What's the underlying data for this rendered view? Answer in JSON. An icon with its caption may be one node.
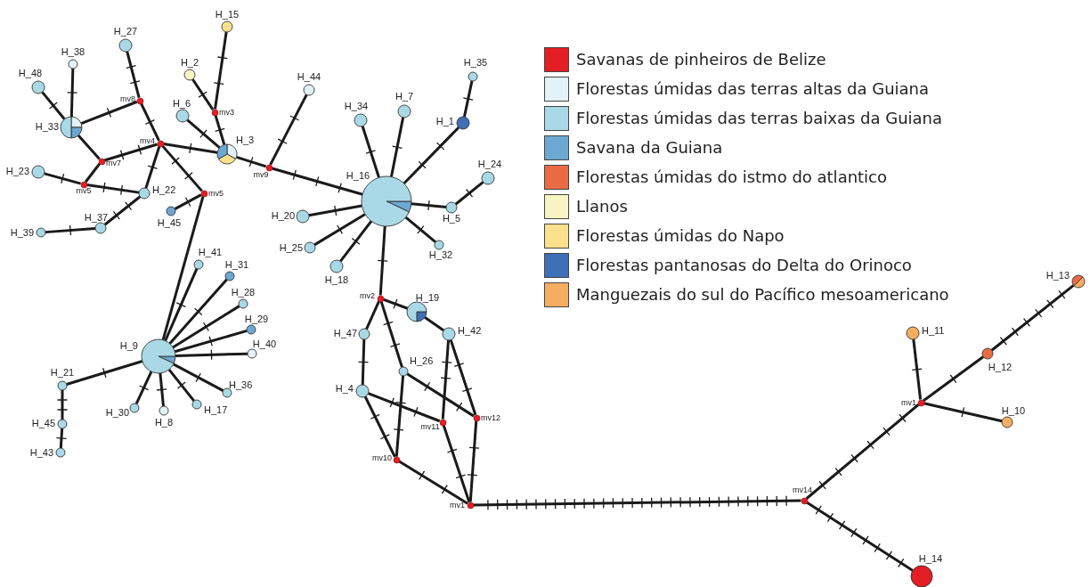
{
  "diagram": {
    "nodes": [
      {
        "text": [
          "H_15"
        ]
      },
      {
        "text": [
          "H_27"
        ]
      },
      {
        "text": [
          "H_38"
        ]
      },
      {
        "text": [
          "H_2"
        ]
      },
      {
        "text": [
          "H_48"
        ]
      },
      {
        "text": [
          "H_44"
        ]
      },
      {
        "text": [
          "mv8"
        ]
      },
      {
        "text": [
          "mv3"
        ]
      },
      {
        "text": [
          "H_6"
        ]
      },
      {
        "text": [
          "H_33"
        ]
      },
      {
        "text": [
          "H_34"
        ]
      },
      {
        "text": [
          "H_7"
        ]
      },
      {
        "text": [
          "H_35"
        ]
      },
      {
        "text": [
          "H_1"
        ]
      },
      {
        "text": [
          "mv4"
        ]
      },
      {
        "text": [
          "H_3"
        ]
      },
      {
        "text": [
          "mv7"
        ]
      },
      {
        "text": [
          "mv9"
        ]
      },
      {
        "text": [
          "H_23"
        ]
      },
      {
        "text": [
          "H_24"
        ]
      },
      {
        "text": [
          "H_16"
        ]
      },
      {
        "text": [
          "mv5"
        ]
      },
      {
        "text": [
          "H_22"
        ]
      },
      {
        "text": [
          "mv5"
        ]
      },
      {
        "text": [
          "H_5"
        ]
      },
      {
        "text": [
          "H_45"
        ]
      },
      {
        "text": [
          "H_20"
        ]
      },
      {
        "text": [
          "H_37"
        ]
      },
      {
        "text": [
          "H_39"
        ]
      },
      {
        "text": [
          "H_25"
        ]
      },
      {
        "text": [
          "H_32"
        ]
      },
      {
        "text": [
          "H_41"
        ]
      },
      {
        "text": [
          "H_18"
        ]
      },
      {
        "text": [
          "H_31"
        ]
      },
      {
        "text": [
          "H_28"
        ]
      },
      {
        "text": [
          "mv2"
        ]
      },
      {
        "text": [
          "H_19"
        ]
      },
      {
        "text": [
          "H_29"
        ]
      },
      {
        "text": [
          "H_47"
        ]
      },
      {
        "text": [
          "H_42"
        ]
      },
      {
        "text": [
          "H_40"
        ]
      },
      {
        "text": [
          "H_9"
        ]
      },
      {
        "text": [
          "H_26"
        ]
      },
      {
        "text": [
          "H_21"
        ]
      },
      {
        "text": [
          "H_36"
        ]
      },
      {
        "text": [
          "H_4"
        ]
      },
      {
        "text": [
          "H_30"
        ]
      },
      {
        "text": [
          "H_8"
        ]
      },
      {
        "text": [
          "H_17"
        ]
      },
      {
        "text": [
          "mv11"
        ]
      },
      {
        "text": [
          "mv12"
        ]
      },
      {
        "text": [
          "H_45"
        ]
      },
      {
        "text": [
          "H_43"
        ]
      },
      {
        "text": [
          "mv10"
        ]
      },
      {
        "text": [
          "mv1"
        ]
      },
      {
        "text": [
          "mv14"
        ]
      },
      {
        "text": [
          "H_13"
        ]
      },
      {
        "text": [
          "H_11"
        ]
      },
      {
        "text": [
          "H_12"
        ]
      },
      {
        "text": [
          "mv1"
        ]
      },
      {
        "text": [
          "H_10"
        ]
      },
      {
        "text": [
          "H_14"
        ]
      }
    ],
    "edges": [
      {
        "from": 0,
        "to": 7,
        "arrow": "none"
      },
      {
        "from": 3,
        "to": 7,
        "arrow": "none"
      },
      {
        "from": 7,
        "to": 15,
        "arrow": "none"
      },
      {
        "from": 1,
        "to": 6,
        "arrow": "none"
      },
      {
        "from": 6,
        "to": 9,
        "arrow": "none"
      },
      {
        "from": 6,
        "to": 14,
        "arrow": "none"
      },
      {
        "from": 2,
        "to": 9,
        "arrow": "none"
      },
      {
        "from": 4,
        "to": 9,
        "arrow": "none"
      },
      {
        "from": 9,
        "to": 16,
        "arrow": "none"
      },
      {
        "from": 16,
        "to": 14,
        "arrow": "none"
      },
      {
        "from": 16,
        "to": 21,
        "arrow": "none"
      },
      {
        "from": 18,
        "to": 21,
        "arrow": "none"
      },
      {
        "from": 21,
        "to": 22,
        "arrow": "none"
      },
      {
        "from": 14,
        "to": 22,
        "arrow": "none"
      },
      {
        "from": 14,
        "to": 15,
        "arrow": "none"
      },
      {
        "from": 14,
        "to": 23,
        "arrow": "none"
      },
      {
        "from": 8,
        "to": 15,
        "arrow": "none"
      },
      {
        "from": 15,
        "to": 17,
        "arrow": "none"
      },
      {
        "from": 17,
        "to": 5,
        "arrow": "none"
      },
      {
        "from": 17,
        "to": 20,
        "arrow": "none"
      },
      {
        "from": 22,
        "to": 27,
        "arrow": "none"
      },
      {
        "from": 27,
        "to": 28,
        "arrow": "none"
      },
      {
        "from": 23,
        "to": 25,
        "arrow": "none"
      },
      {
        "from": 23,
        "to": 41,
        "arrow": "none"
      },
      {
        "from": 41,
        "to": 31,
        "arrow": "none"
      },
      {
        "from": 41,
        "to": 33,
        "arrow": "none"
      },
      {
        "from": 41,
        "to": 34,
        "arrow": "none"
      },
      {
        "from": 41,
        "to": 37,
        "arrow": "none"
      },
      {
        "from": 41,
        "to": 40,
        "arrow": "none"
      },
      {
        "from": 41,
        "to": 44,
        "arrow": "none"
      },
      {
        "from": 41,
        "to": 48,
        "arrow": "none"
      },
      {
        "from": 41,
        "to": 47,
        "arrow": "none"
      },
      {
        "from": 41,
        "to": 46,
        "arrow": "none"
      },
      {
        "from": 41,
        "to": 43,
        "arrow": "none"
      },
      {
        "from": 43,
        "to": 51,
        "arrow": "none"
      },
      {
        "from": 51,
        "to": 52,
        "arrow": "none"
      },
      {
        "from": 20,
        "to": 10,
        "arrow": "none"
      },
      {
        "from": 20,
        "to": 11,
        "arrow": "none"
      },
      {
        "from": 20,
        "to": 13,
        "arrow": "none"
      },
      {
        "from": 13,
        "to": 12,
        "arrow": "none"
      },
      {
        "from": 20,
        "to": 24,
        "arrow": "none"
      },
      {
        "from": 24,
        "to": 19,
        "arrow": "none"
      },
      {
        "from": 20,
        "to": 30,
        "arrow": "none"
      },
      {
        "from": 20,
        "to": 32,
        "arrow": "none"
      },
      {
        "from": 20,
        "to": 29,
        "arrow": "none"
      },
      {
        "from": 20,
        "to": 26,
        "arrow": "none"
      },
      {
        "from": 20,
        "to": 35,
        "arrow": "none"
      },
      {
        "from": 35,
        "to": 36,
        "arrow": "none"
      },
      {
        "from": 36,
        "to": 39,
        "arrow": "none"
      },
      {
        "from": 35,
        "to": 38,
        "arrow": "none"
      },
      {
        "from": 35,
        "to": 42,
        "arrow": "none"
      },
      {
        "from": 38,
        "to": 45,
        "arrow": "none"
      },
      {
        "from": 45,
        "to": 49,
        "arrow": "none"
      },
      {
        "from": 45,
        "to": 53,
        "arrow": "none"
      },
      {
        "from": 42,
        "to": 53,
        "arrow": "none"
      },
      {
        "from": 42,
        "to": 50,
        "arrow": "none"
      },
      {
        "from": 39,
        "to": 49,
        "arrow": "none"
      },
      {
        "from": 39,
        "to": 50,
        "arrow": "none"
      },
      {
        "from": 53,
        "to": 54,
        "arrow": "none"
      },
      {
        "from": 49,
        "to": 54,
        "arrow": "none"
      },
      {
        "from": 50,
        "to": 54,
        "arrow": "none"
      },
      {
        "from": 54,
        "to": 55,
        "arrow": "none"
      },
      {
        "from": 55,
        "to": 59,
        "arrow": "none"
      },
      {
        "from": 55,
        "to": 61,
        "arrow": "none"
      },
      {
        "from": 59,
        "to": 57,
        "arrow": "none"
      },
      {
        "from": 59,
        "to": 58,
        "arrow": "none"
      },
      {
        "from": 59,
        "to": 60,
        "arrow": "none"
      },
      {
        "from": 58,
        "to": 56,
        "arrow": "none"
      }
    ],
    "legend": [
      {
        "text": "Savanas de pinheiros de Belize",
        "color": "#e31e24"
      },
      {
        "text": "Florestas úmidas das terras altas da Guiana",
        "color": "#e2f2f6"
      },
      {
        "text": "Florestas úmidas das terras baixas da Guiana",
        "color": "#a9d9e6"
      },
      {
        "text": "Savana da Guiana",
        "color": "#6ca8d2"
      },
      {
        "text": "Florestas úmidas do istmo do atlantico",
        "color": "#e96c45"
      },
      {
        "text": "Llanos",
        "color": "#f8f4c3"
      },
      {
        "text": "Florestas úmidas do Napo",
        "color": "#fbe08d"
      },
      {
        "text": "Florestas pantanosas do Delta do Orinoco",
        "color": "#3f6fb6"
      },
      {
        "text": "Manguezais do sul do Pacífico mesoamericano",
        "color": "#f5ad62"
      }
    ]
  }
}
